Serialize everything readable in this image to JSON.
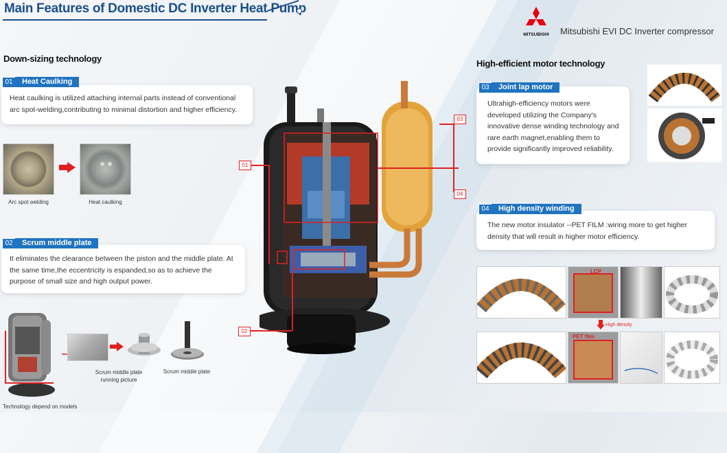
{
  "header": {
    "title": "Main Features of Domestic DC Inverter Heat Pump",
    "brand_logo_text": "MITSUBISHI",
    "brand_product": "Mitsubishi EVI DC Inverter compressor"
  },
  "left": {
    "section_heading": "Down-sizing technology",
    "feature1": {
      "num": "01",
      "tag": "Heat Caulking",
      "text": "Heat caulking is utilized attaching internal parts instead of conventional arc spot-welding,contributing to minimal distortion and higher efficiency.",
      "img1_caption": "Arc spot welding",
      "img2_caption": "Heat caulking"
    },
    "feature2": {
      "num": "02",
      "tag": "Scrum middle plate",
      "text": "It eliminates the clearance between the piston and the middle plate. At the same time,the eccentricity is espanded,so as to achieve the purpose of small size and high output power.",
      "img1_caption": "Scrum middle plate running picture",
      "img2_caption": "Scrum middle plate"
    },
    "footnote": "Technology depend on models"
  },
  "right": {
    "section_heading": "High-efficient motor technology",
    "feature3": {
      "num": "03",
      "tag": "Joint lap motor",
      "text": "Ultrahigh-efficiency motors were developed utilizing the Company's innovative dense winding technology and rare earth magnet,enabling them to provide significantly improved reliability."
    },
    "feature4": {
      "num": "04",
      "tag": "High density winding",
      "text": "The new motor insulator --PET FILM :wiring more to get higher density that will result in higher motor efficiency.",
      "lcp_label": "LCP",
      "pet_label": "PET film",
      "arrow_label": "High density"
    }
  },
  "callouts": [
    "01",
    "02",
    "03",
    "04"
  ],
  "colors": {
    "accent": "#1f73c0",
    "title": "#1a4f8b",
    "callout": "#e02020"
  }
}
